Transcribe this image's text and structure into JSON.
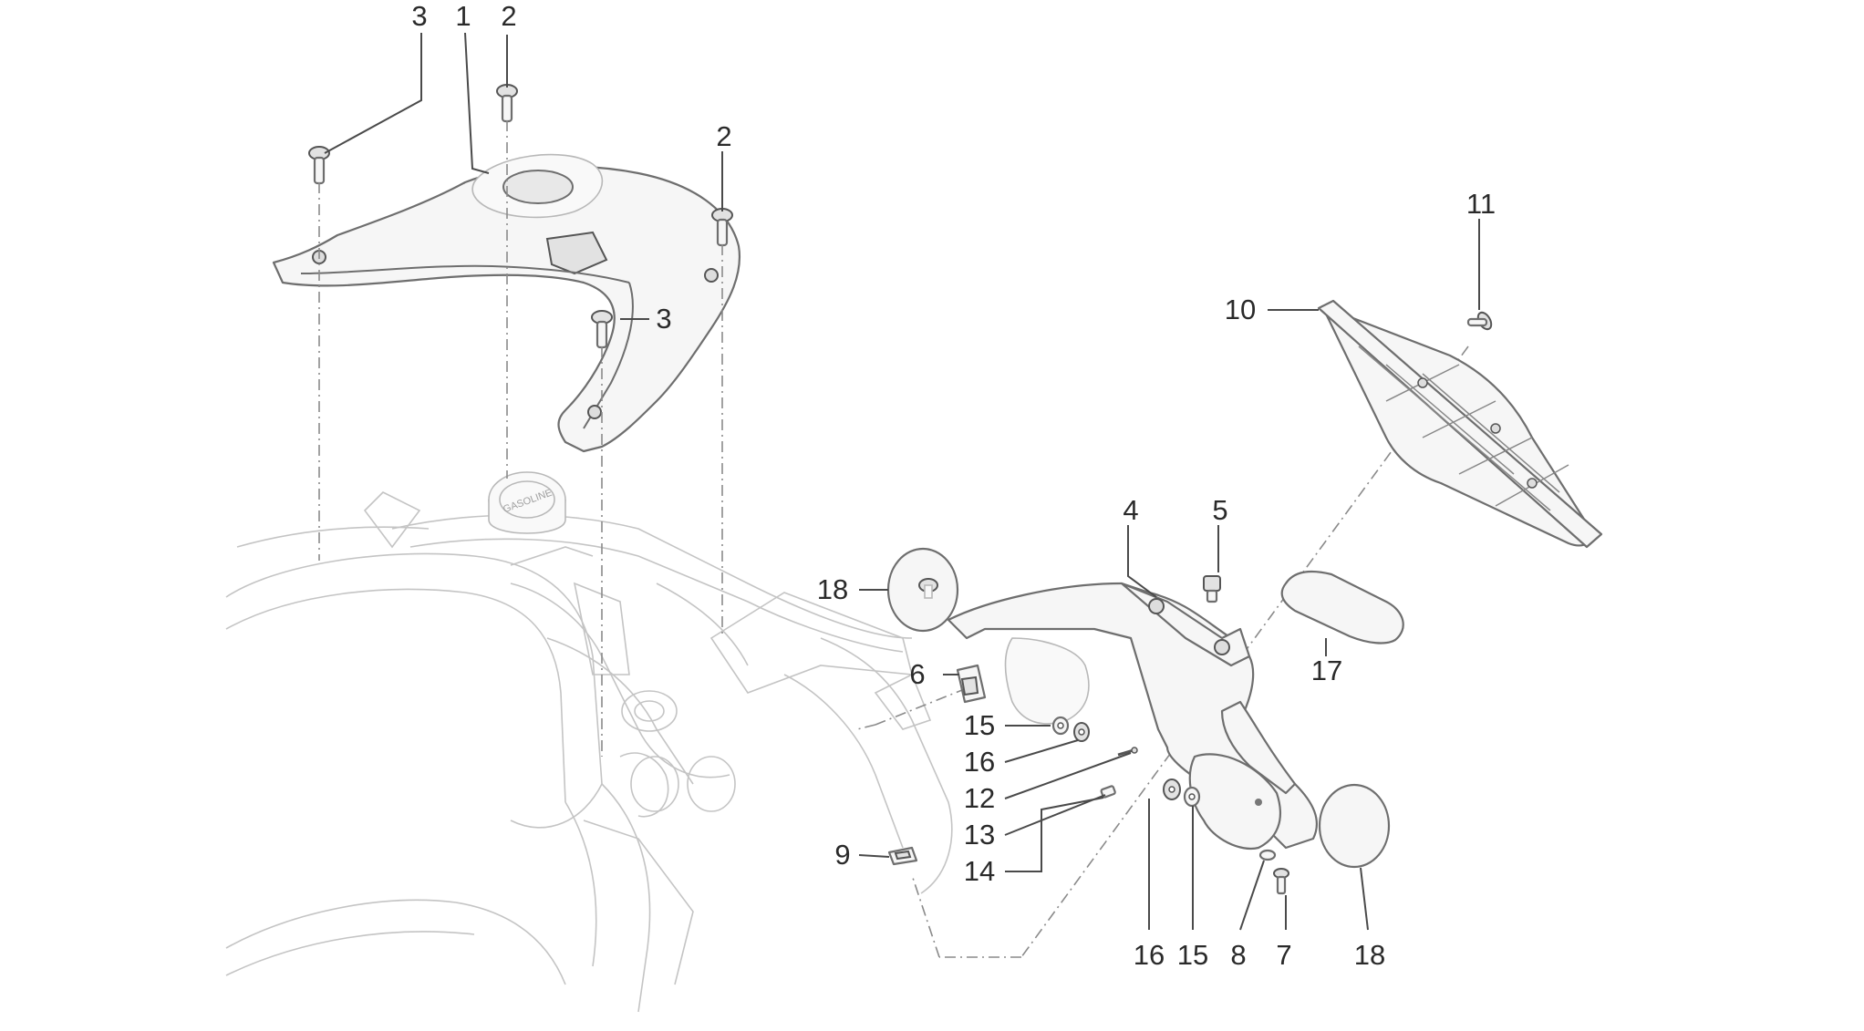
{
  "callouts": [
    {
      "id": "c-3a",
      "text": "3"
    },
    {
      "id": "c-1",
      "text": "1"
    },
    {
      "id": "c-2a",
      "text": "2"
    },
    {
      "id": "c-2b",
      "text": "2"
    },
    {
      "id": "c-3b",
      "text": "3"
    },
    {
      "id": "c-11",
      "text": "11"
    },
    {
      "id": "c-10",
      "text": "10"
    },
    {
      "id": "c-4",
      "text": "4"
    },
    {
      "id": "c-5",
      "text": "5"
    },
    {
      "id": "c-18a",
      "text": "18"
    },
    {
      "id": "c-17",
      "text": "17"
    },
    {
      "id": "c-6",
      "text": "6"
    },
    {
      "id": "c-15a",
      "text": "15"
    },
    {
      "id": "c-16a",
      "text": "16"
    },
    {
      "id": "c-12",
      "text": "12"
    },
    {
      "id": "c-13",
      "text": "13"
    },
    {
      "id": "c-14",
      "text": "14"
    },
    {
      "id": "c-9",
      "text": "9"
    },
    {
      "id": "c-16b",
      "text": "16"
    },
    {
      "id": "c-15b",
      "text": "15"
    },
    {
      "id": "c-8",
      "text": "8"
    },
    {
      "id": "c-7",
      "text": "7"
    },
    {
      "id": "c-18b",
      "text": "18"
    }
  ],
  "fuel_cap_text": "GASOLINE"
}
